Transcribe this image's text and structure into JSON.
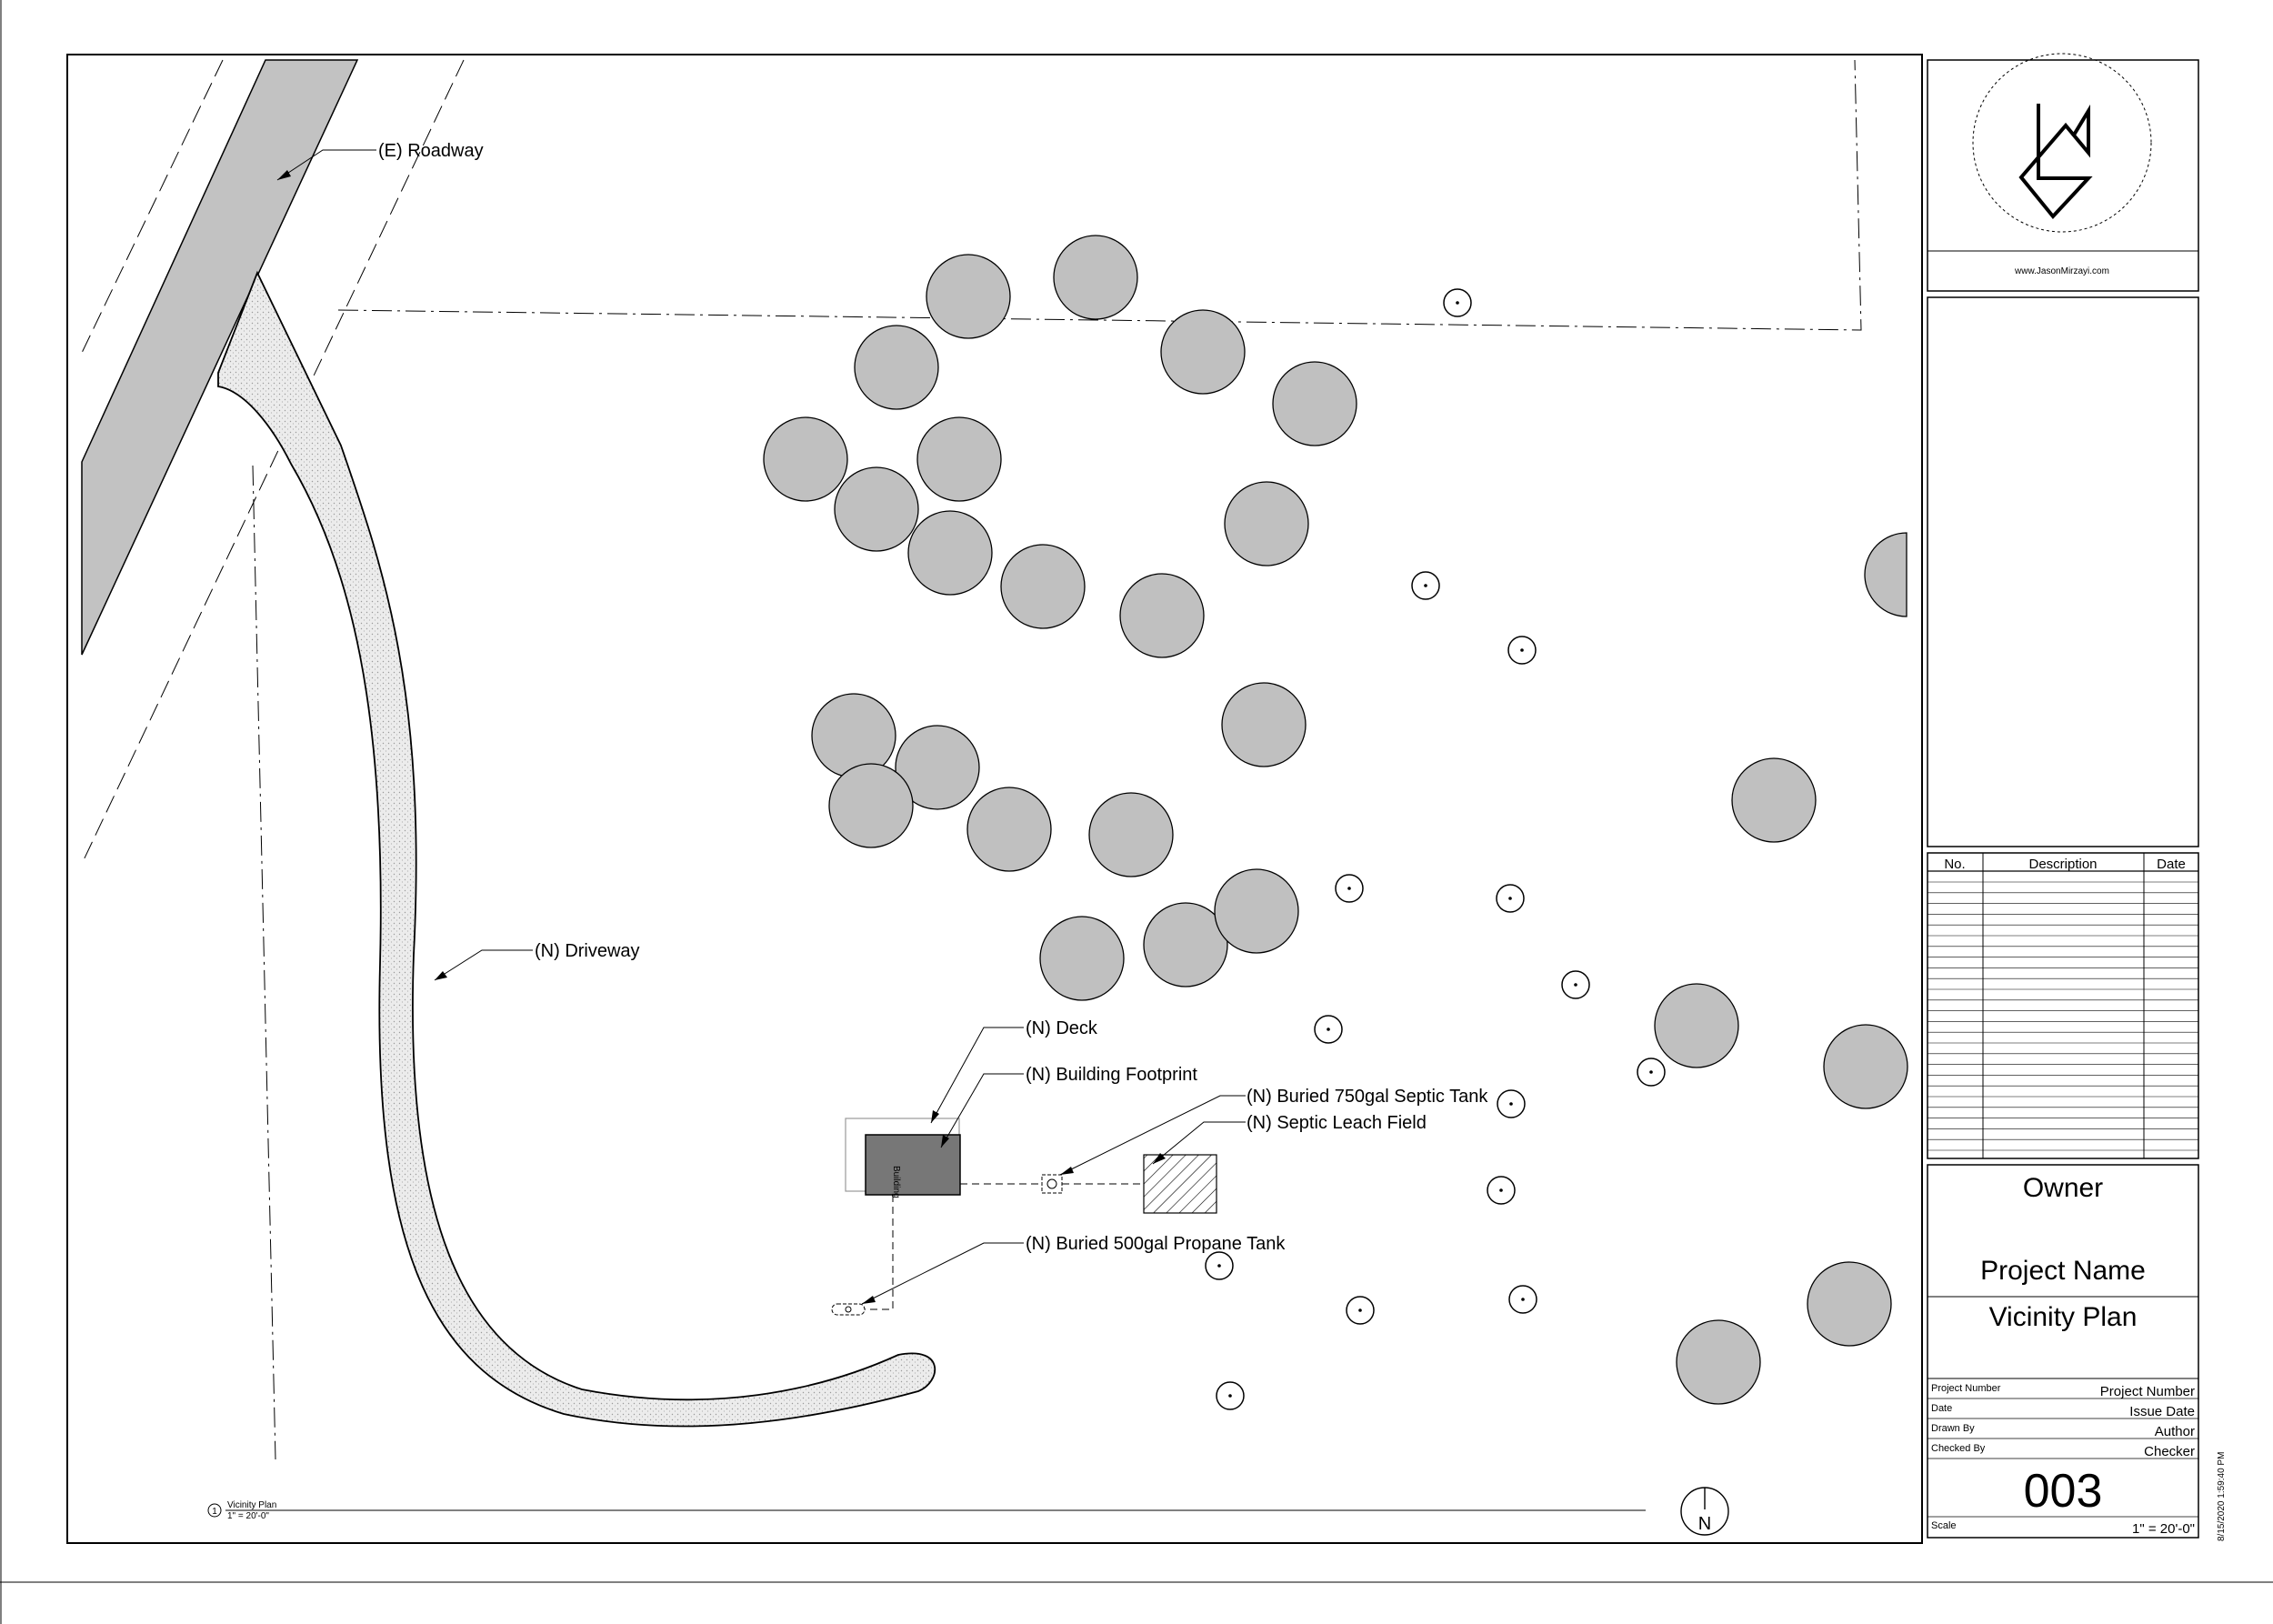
{
  "plan": {
    "labels": {
      "roadway": "(E) Roadway",
      "driveway": "(N) Driveway",
      "deck": "(N) Deck",
      "building": "(N) Building Footprint",
      "septic_tank": "(N) Buried 750gal Septic Tank",
      "leach_field": "(N) Septic Leach Field",
      "propane_tank": "(N) Buried 500gal Propane Tank"
    },
    "building_tag": "Building",
    "view_title": "Vicinity Plan",
    "view_scale": "1\" = 20'-0\"",
    "view_number": "1",
    "north": "N"
  },
  "titleblock": {
    "website": "www.JasonMirzayi.com",
    "revisions": {
      "no": "No.",
      "description": "Description",
      "date": "Date"
    },
    "owner": "Owner",
    "project_name": "Project Name",
    "sheet_title": "Vicinity Plan",
    "fields": [
      {
        "label": "Project Number",
        "value": "Project Number"
      },
      {
        "label": "Date",
        "value": "Issue Date"
      },
      {
        "label": "Drawn By",
        "value": "Author"
      },
      {
        "label": "Checked By",
        "value": "Checker"
      }
    ],
    "sheet_number": "003",
    "scale_label": "Scale",
    "scale_value": "1\" = 20'-0\"",
    "timestamp": "8/15/2020 1:59:40 PM"
  },
  "colors": {
    "tree_fill": "#c0c0c0",
    "road_fill": "#c2c2c2",
    "building_fill": "#777777",
    "line": "#000000"
  }
}
